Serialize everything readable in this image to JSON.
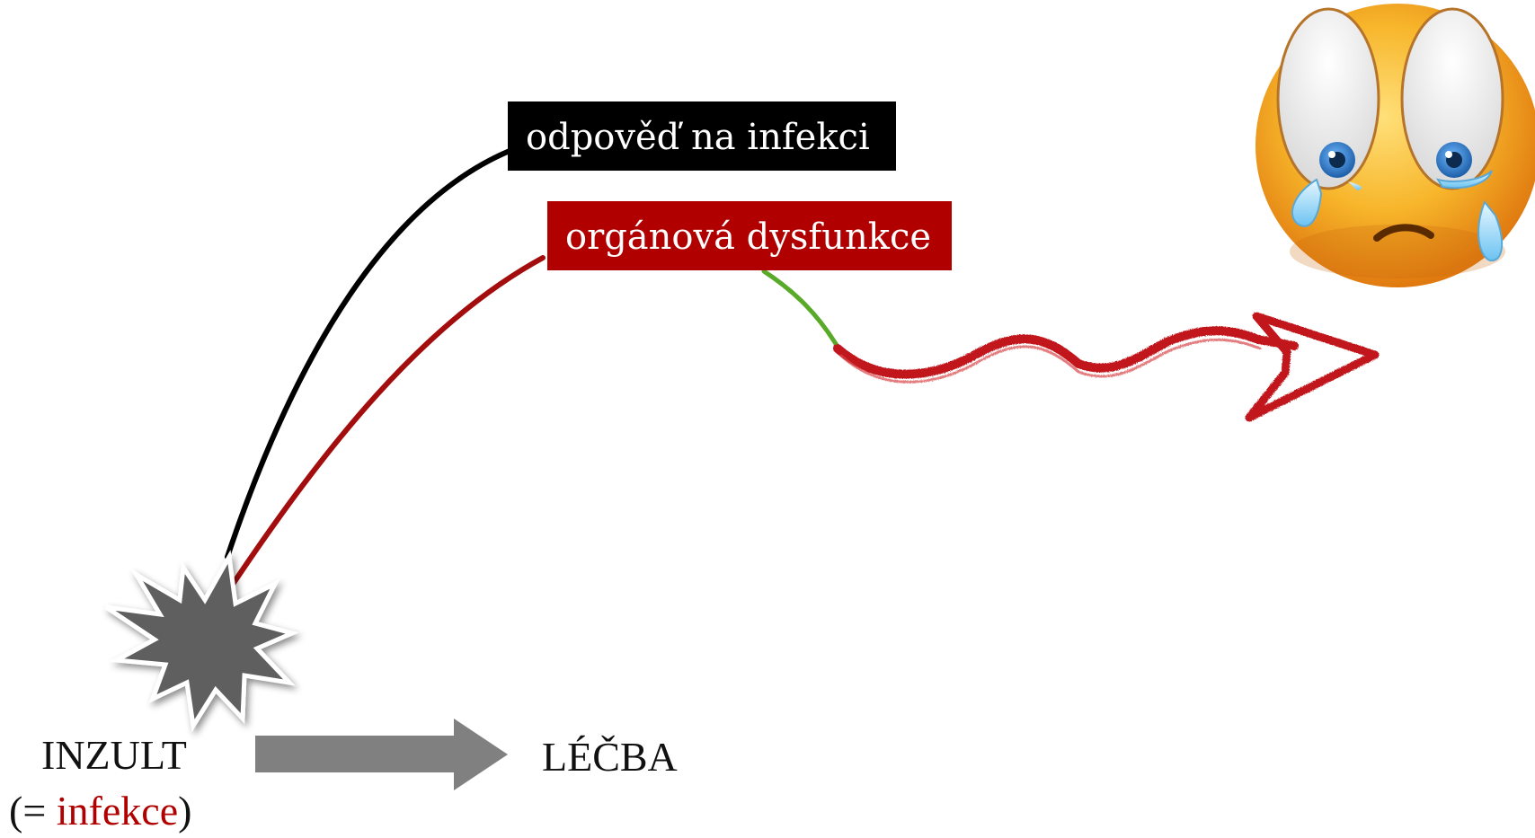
{
  "labels": {
    "response": "odpověď na infekci",
    "organ_dysfunction": "orgánová dysfunkce",
    "insult": "INZULT",
    "insult_paren_open": "(= ",
    "insult_infection": "infekce",
    "insult_paren_close": ")",
    "treatment": "LÉČBA"
  },
  "colors": {
    "response_box": "#000000",
    "organ_box": "#b00000",
    "response_curve": "#000000",
    "organ_curve": "#a30d0d",
    "green_segment": "#5aaa2a",
    "wavy_arrow": "#c0161c",
    "straight_arrow": "#808080",
    "burst": "#5e5e5e",
    "burst_outline": "#ffffff",
    "emoji_face": "#f4a81f",
    "emoji_eyes": "#ffffff",
    "emoji_iris": "#2f7fd0",
    "emoji_tears": "#8fd3ff"
  },
  "icons": {
    "burst": "explosion-burst-icon",
    "emoji": "crying-face-icon",
    "arrow_straight": "right-arrow-icon",
    "arrow_wavy": "wavy-arrow-icon"
  }
}
